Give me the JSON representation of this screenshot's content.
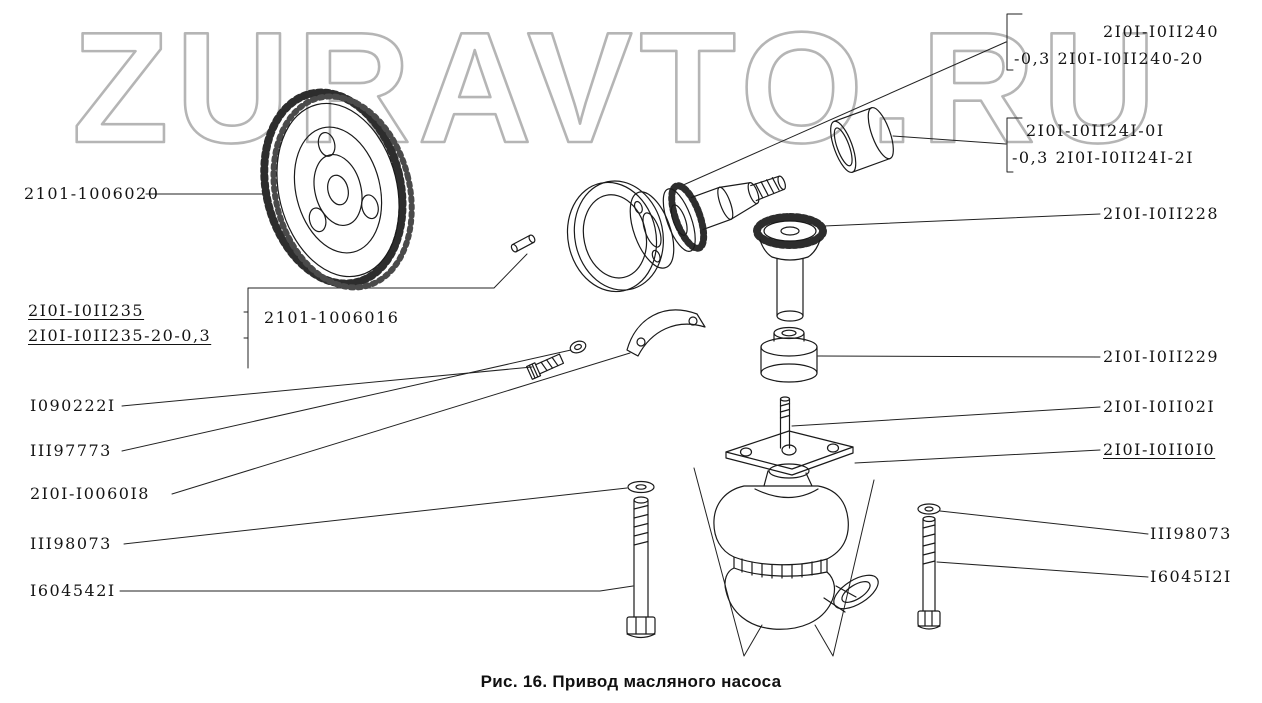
{
  "watermark": "ZURAVTO.RU",
  "caption": "Рис. 16. Привод масляного насоса",
  "colors": {
    "ink": "#1a1a1a",
    "watermark": "#b5b5b5"
  },
  "labels": {
    "l1": {
      "text": "2101-1006020"
    },
    "l2a": {
      "text": "2I0I-I0II235"
    },
    "l2b": {
      "text": "2I0I-I0II235-20-0,3"
    },
    "l3": {
      "text": "I090222I"
    },
    "l4": {
      "text": "III97773"
    },
    "l5": {
      "text": "2I0I-I0060I8"
    },
    "l6": {
      "text": "III98073"
    },
    "l7": {
      "text": "I604542I"
    },
    "m1": {
      "text": "2101-1006016"
    },
    "r1a": {
      "text": "2I0I-I0II240"
    },
    "r1b": {
      "text": "-0,3 2I0I-I0II240-20"
    },
    "r2a": {
      "text": "2I0I-I0II24I-0I"
    },
    "r2b": {
      "text": "-0,3 2I0I-I0II24I-2I"
    },
    "r3": {
      "text": "2I0I-I0II228"
    },
    "r4": {
      "text": "2I0I-I0II229"
    },
    "r5": {
      "text": "2I0I-I0II02I"
    },
    "r6": {
      "text": "2I0I-I0II0I0"
    },
    "r7": {
      "text": "III98073"
    },
    "r8": {
      "text": "I6045I2I"
    }
  }
}
